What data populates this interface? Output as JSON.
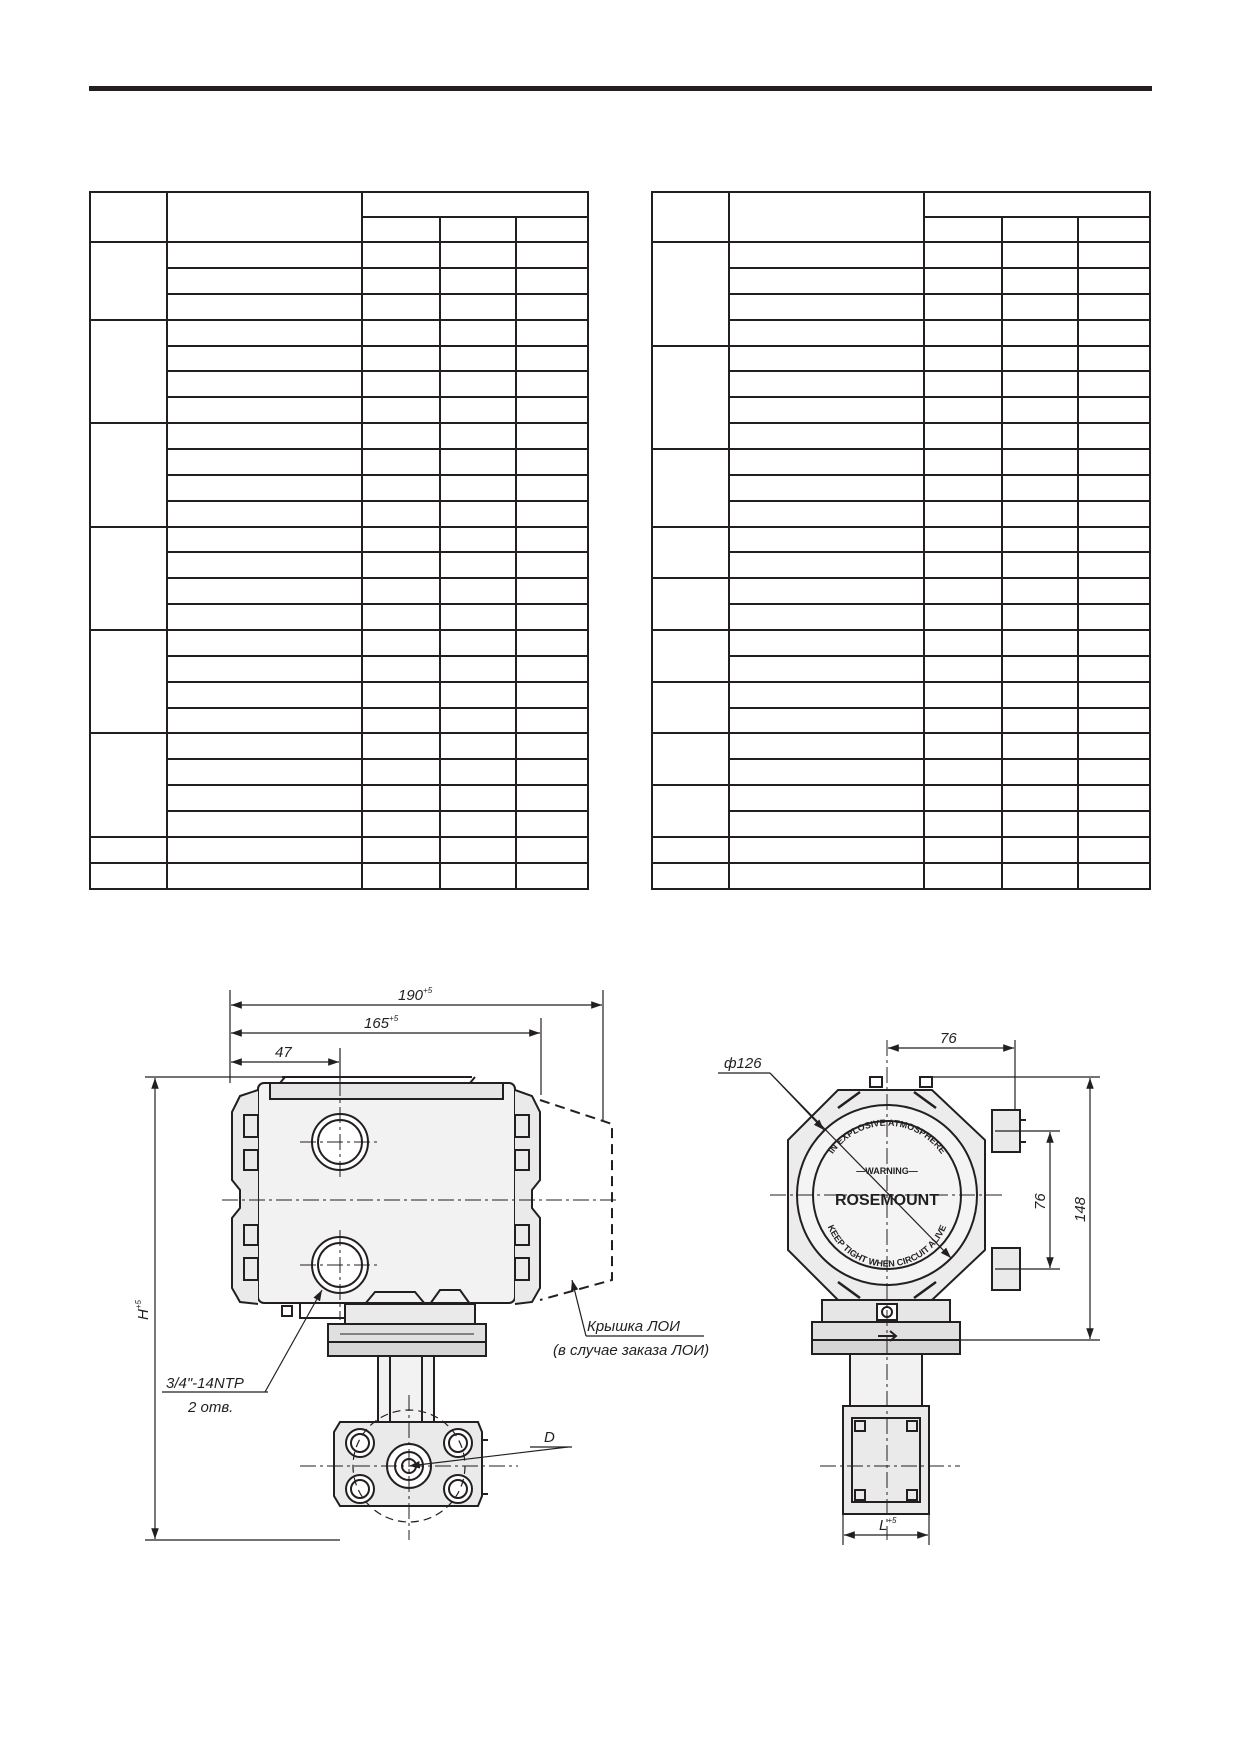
{
  "dims": {
    "d190": "190",
    "d190_tol": "+5",
    "d165": "165",
    "d165_tol": "+5",
    "d47": "47",
    "h_label": "H",
    "h_tol": "+5",
    "d76_top": "76",
    "d76_side": "76",
    "d148": "148",
    "phi126": "ф126",
    "l_label": "L",
    "l_tol": "+5",
    "d_label": "D"
  },
  "callouts": {
    "thread": "3/4\"-14NTP",
    "thread_count": "2 отв.",
    "cover_line1": "Крышка ЛОИ",
    "cover_line2": "(в случае заказа ЛОИ)"
  },
  "housing_embossing": {
    "brand": "ROSEMOUNT",
    "arc_top": "IN EXPLOSIVE ATMOSPHERE",
    "warning": "—WARNING—",
    "arc_bottom": "KEEP TIGHT WHEN CIRCUIT ALIVE"
  }
}
